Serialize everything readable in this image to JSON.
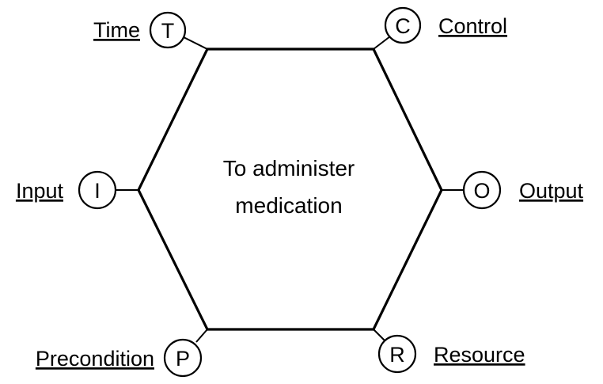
{
  "function": {
    "line1": "To administer",
    "line2": "medication"
  },
  "aspects": {
    "time": {
      "letter": "T",
      "label": "Time"
    },
    "control": {
      "letter": "C",
      "label": "Control"
    },
    "input": {
      "letter": "I",
      "label": "Input"
    },
    "output": {
      "letter": "O",
      "label": "Output"
    },
    "precondition": {
      "letter": "P",
      "label": "Precondition"
    },
    "resource": {
      "letter": "R",
      "label": "Resource"
    }
  }
}
